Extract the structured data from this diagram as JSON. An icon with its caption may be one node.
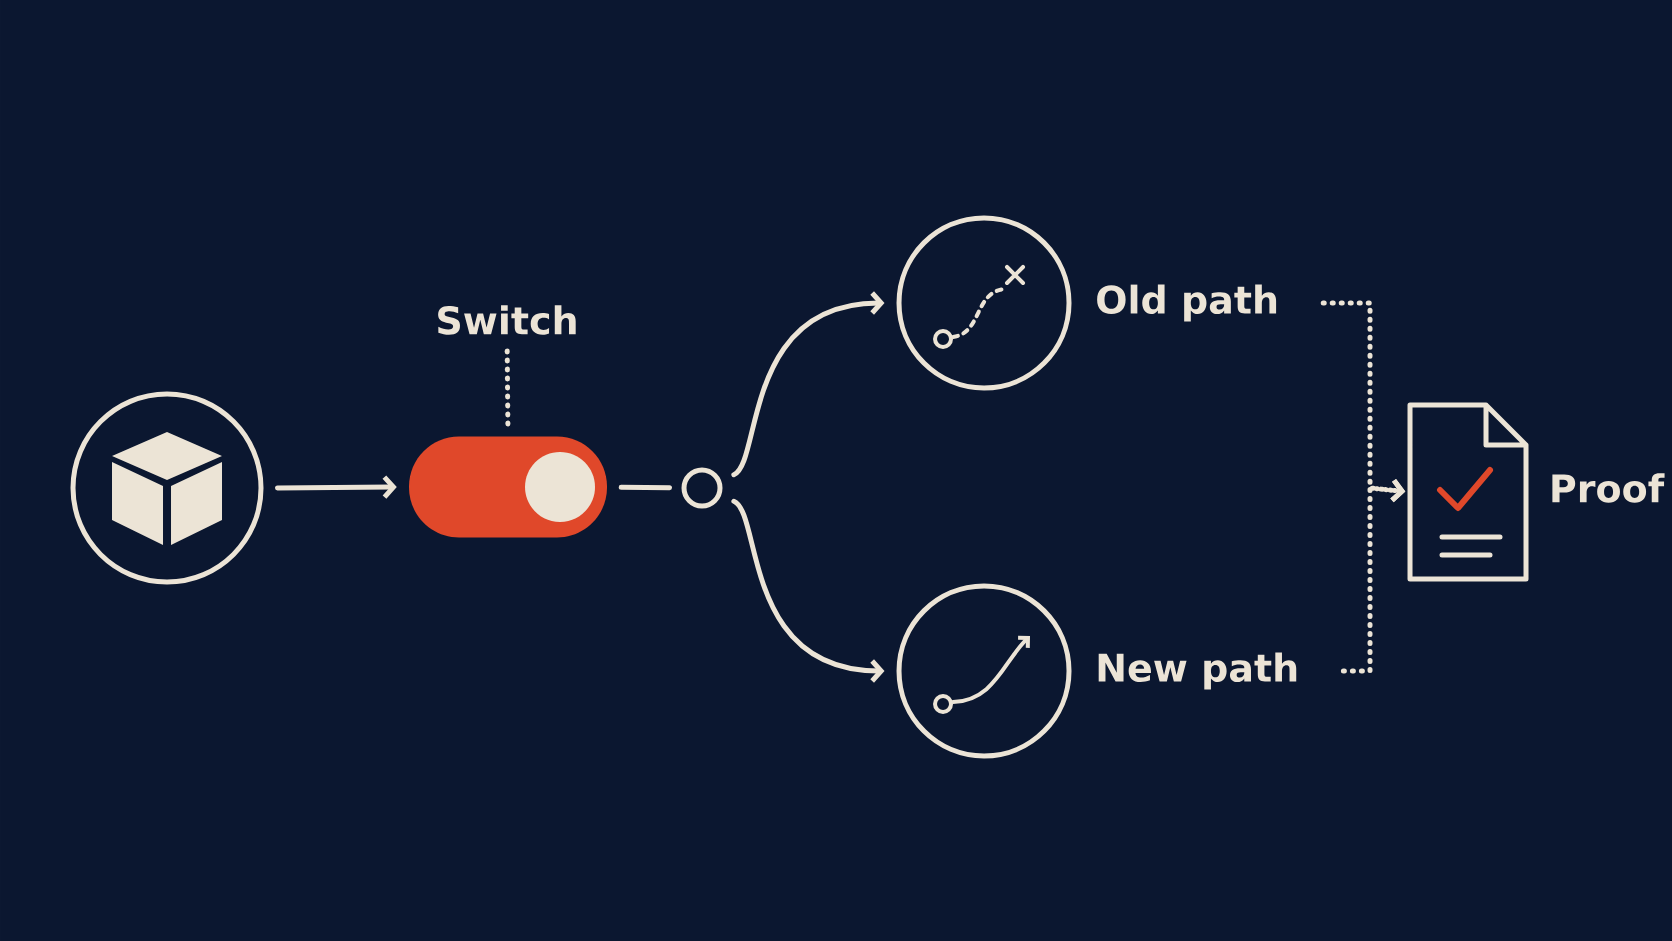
{
  "diagram": {
    "nodes": [
      {
        "text": [],
        "shape": "circle"
      },
      {
        "text": [
          "Switch"
        ]
      },
      {
        "text": [],
        "shape": "toggle"
      },
      {
        "text": [],
        "shape": "circle"
      },
      {
        "text": [],
        "shape": "circle"
      },
      {
        "text": [
          "Old path"
        ]
      },
      {
        "text": [],
        "shape": "circle"
      },
      {
        "text": [
          "New path"
        ]
      },
      {
        "text": [],
        "shape": "document",
        "beside": [
          "Proof"
        ]
      }
    ],
    "edges": [
      {
        "from": 0,
        "to": 2,
        "arrow": "to"
      },
      {
        "from": 1,
        "to": 2,
        "arrow": "none",
        "style": "dashed"
      },
      {
        "from": 2,
        "to": 3,
        "arrow": "none"
      },
      {
        "from": 3,
        "to": 4,
        "arrow": "to"
      },
      {
        "from": 3,
        "to": 6,
        "arrow": "to"
      },
      {
        "from": 5,
        "to": 8,
        "arrow": "to",
        "style": "dashed"
      },
      {
        "from": 7,
        "to": 8,
        "arrow": "to",
        "style": "dashed"
      }
    ]
  }
}
